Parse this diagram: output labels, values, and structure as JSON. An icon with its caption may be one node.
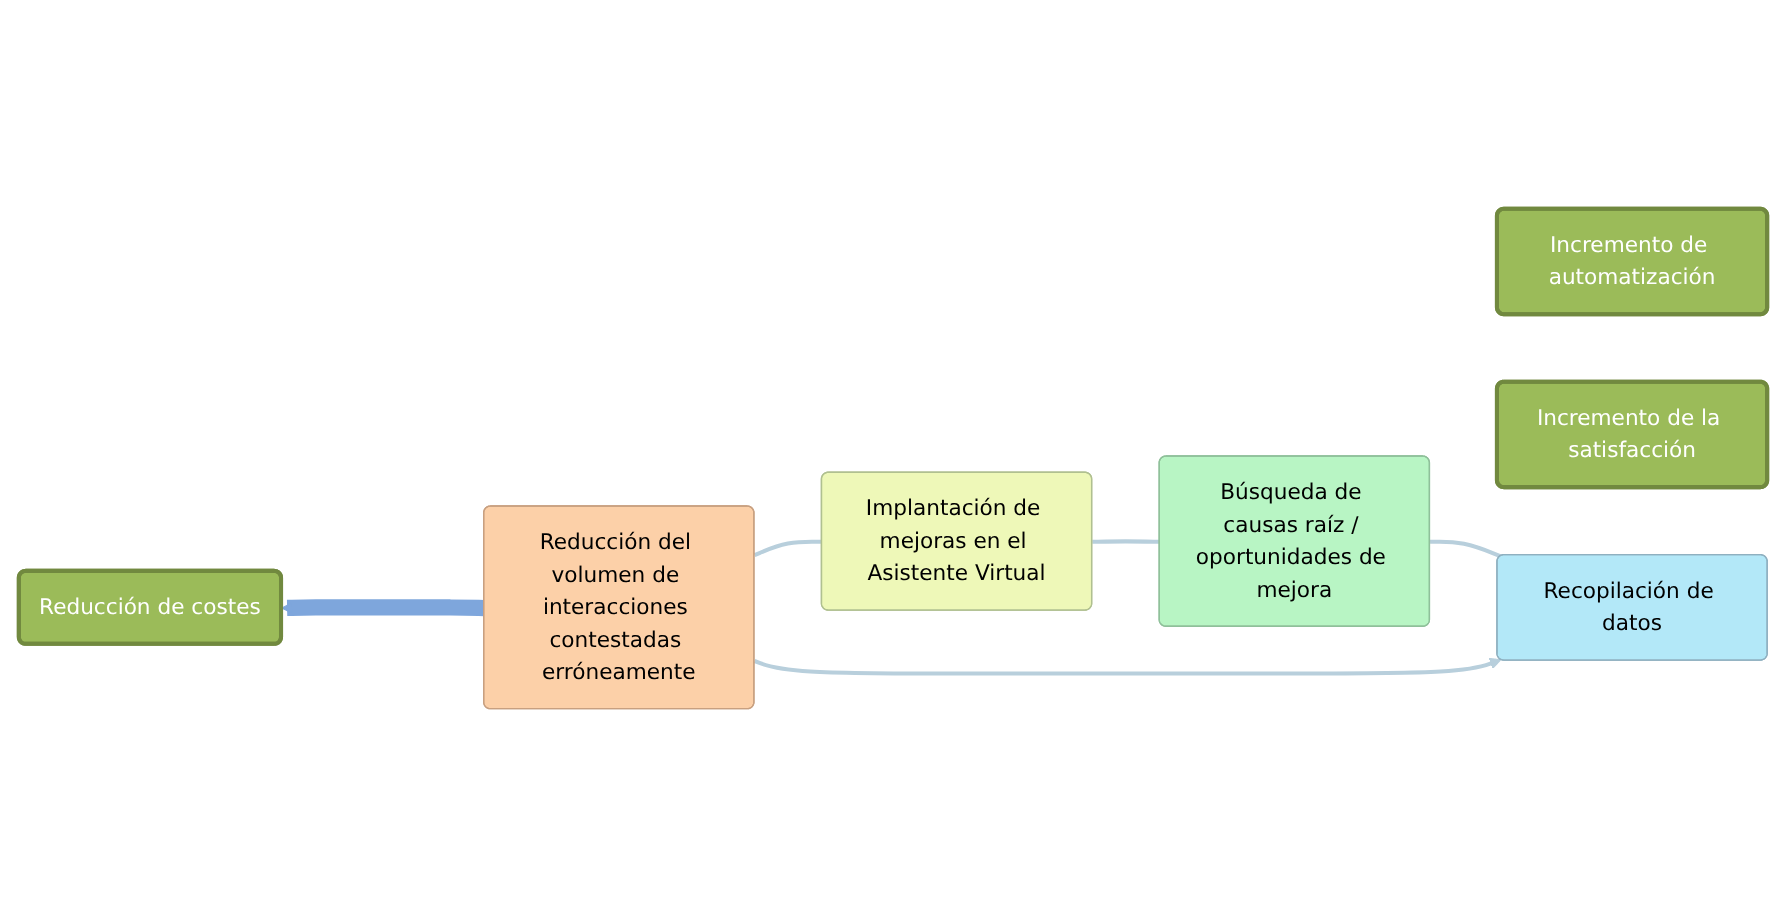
{
  "diagram": {
    "nodes": [
      {
        "text": [
          "Incremento de automatización"
        ]
      },
      {
        "text": [
          "Reducción de costes"
        ]
      },
      {
        "text": [
          "Incremento de la satisfacción"
        ]
      },
      {
        "text": [
          "Recopilación de datos"
        ]
      },
      {
        "text": [
          "Reducción del volumen de interacciones contestadas erróneamente"
        ]
      },
      {
        "text": [
          "Búsqueda de causas raíz / oportunidades de mejora"
        ]
      },
      {
        "text": [
          "Implantación de mejoras en el Asistente Virtual"
        ]
      }
    ],
    "edges": [
      {
        "from": 3,
        "to": 5,
        "arrow": "none"
      },
      {
        "from": 5,
        "to": 6,
        "arrow": "none"
      },
      {
        "from": 6,
        "to": 4,
        "arrow": "none"
      },
      {
        "from": 4,
        "to": 3,
        "arrow": "to"
      },
      {
        "from": 4,
        "to": 1,
        "arrow": "to",
        "style": "thick",
        "color": "#7ea6dc"
      }
    ]
  }
}
